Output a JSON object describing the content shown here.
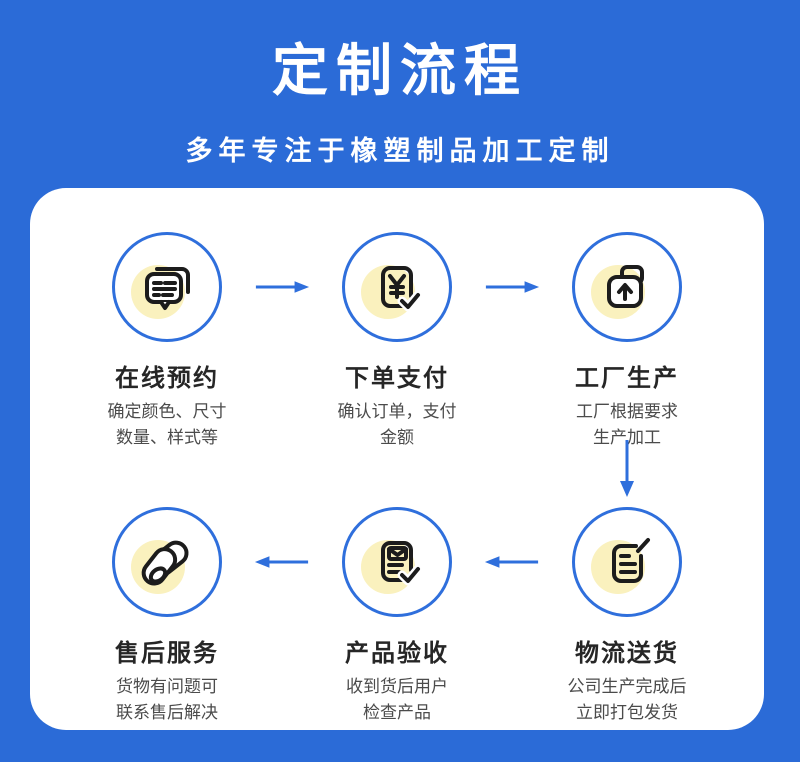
{
  "header": {
    "title": "定制流程",
    "subtitle": "多年专注于橡塑制品加工定制"
  },
  "steps": [
    {
      "id": "online-booking",
      "title": "在线预约",
      "desc1": "确定颜色、尺寸",
      "desc2": "数量、样式等",
      "icon": "chat-bubbles-icon"
    },
    {
      "id": "order-payment",
      "title": "下单支付",
      "desc1": "确认订单，支付",
      "desc2": "金额",
      "icon": "yuan-payment-icon"
    },
    {
      "id": "factory-production",
      "title": "工厂生产",
      "desc1": "工厂根据要求",
      "desc2": "生产加工",
      "icon": "folder-upload-icon"
    },
    {
      "id": "logistics-delivery",
      "title": "物流送货",
      "desc1": "公司生产完成后",
      "desc2": "立即打包发货",
      "icon": "document-edit-icon"
    },
    {
      "id": "product-acceptance",
      "title": "产品验收",
      "desc1": "收到货后用户",
      "desc2": "检查产品",
      "icon": "document-check-icon"
    },
    {
      "id": "after-sales",
      "title": "售后服务",
      "desc1": "货物有问题可",
      "desc2": "联系售后解决",
      "icon": "capsule-heart-icon"
    }
  ],
  "flow": {
    "row1_direction": "right",
    "row2_direction": "left",
    "connector": "down"
  },
  "colors": {
    "bg": "#2B6BD7",
    "card": "#FFFFFF",
    "line": "#2F6FDC",
    "yellow": "#FAF1BE",
    "icon": "#1C1C1C",
    "title_text": "#FFFFFF",
    "step_title": "#262626",
    "step_desc": "#4B4B4B"
  }
}
